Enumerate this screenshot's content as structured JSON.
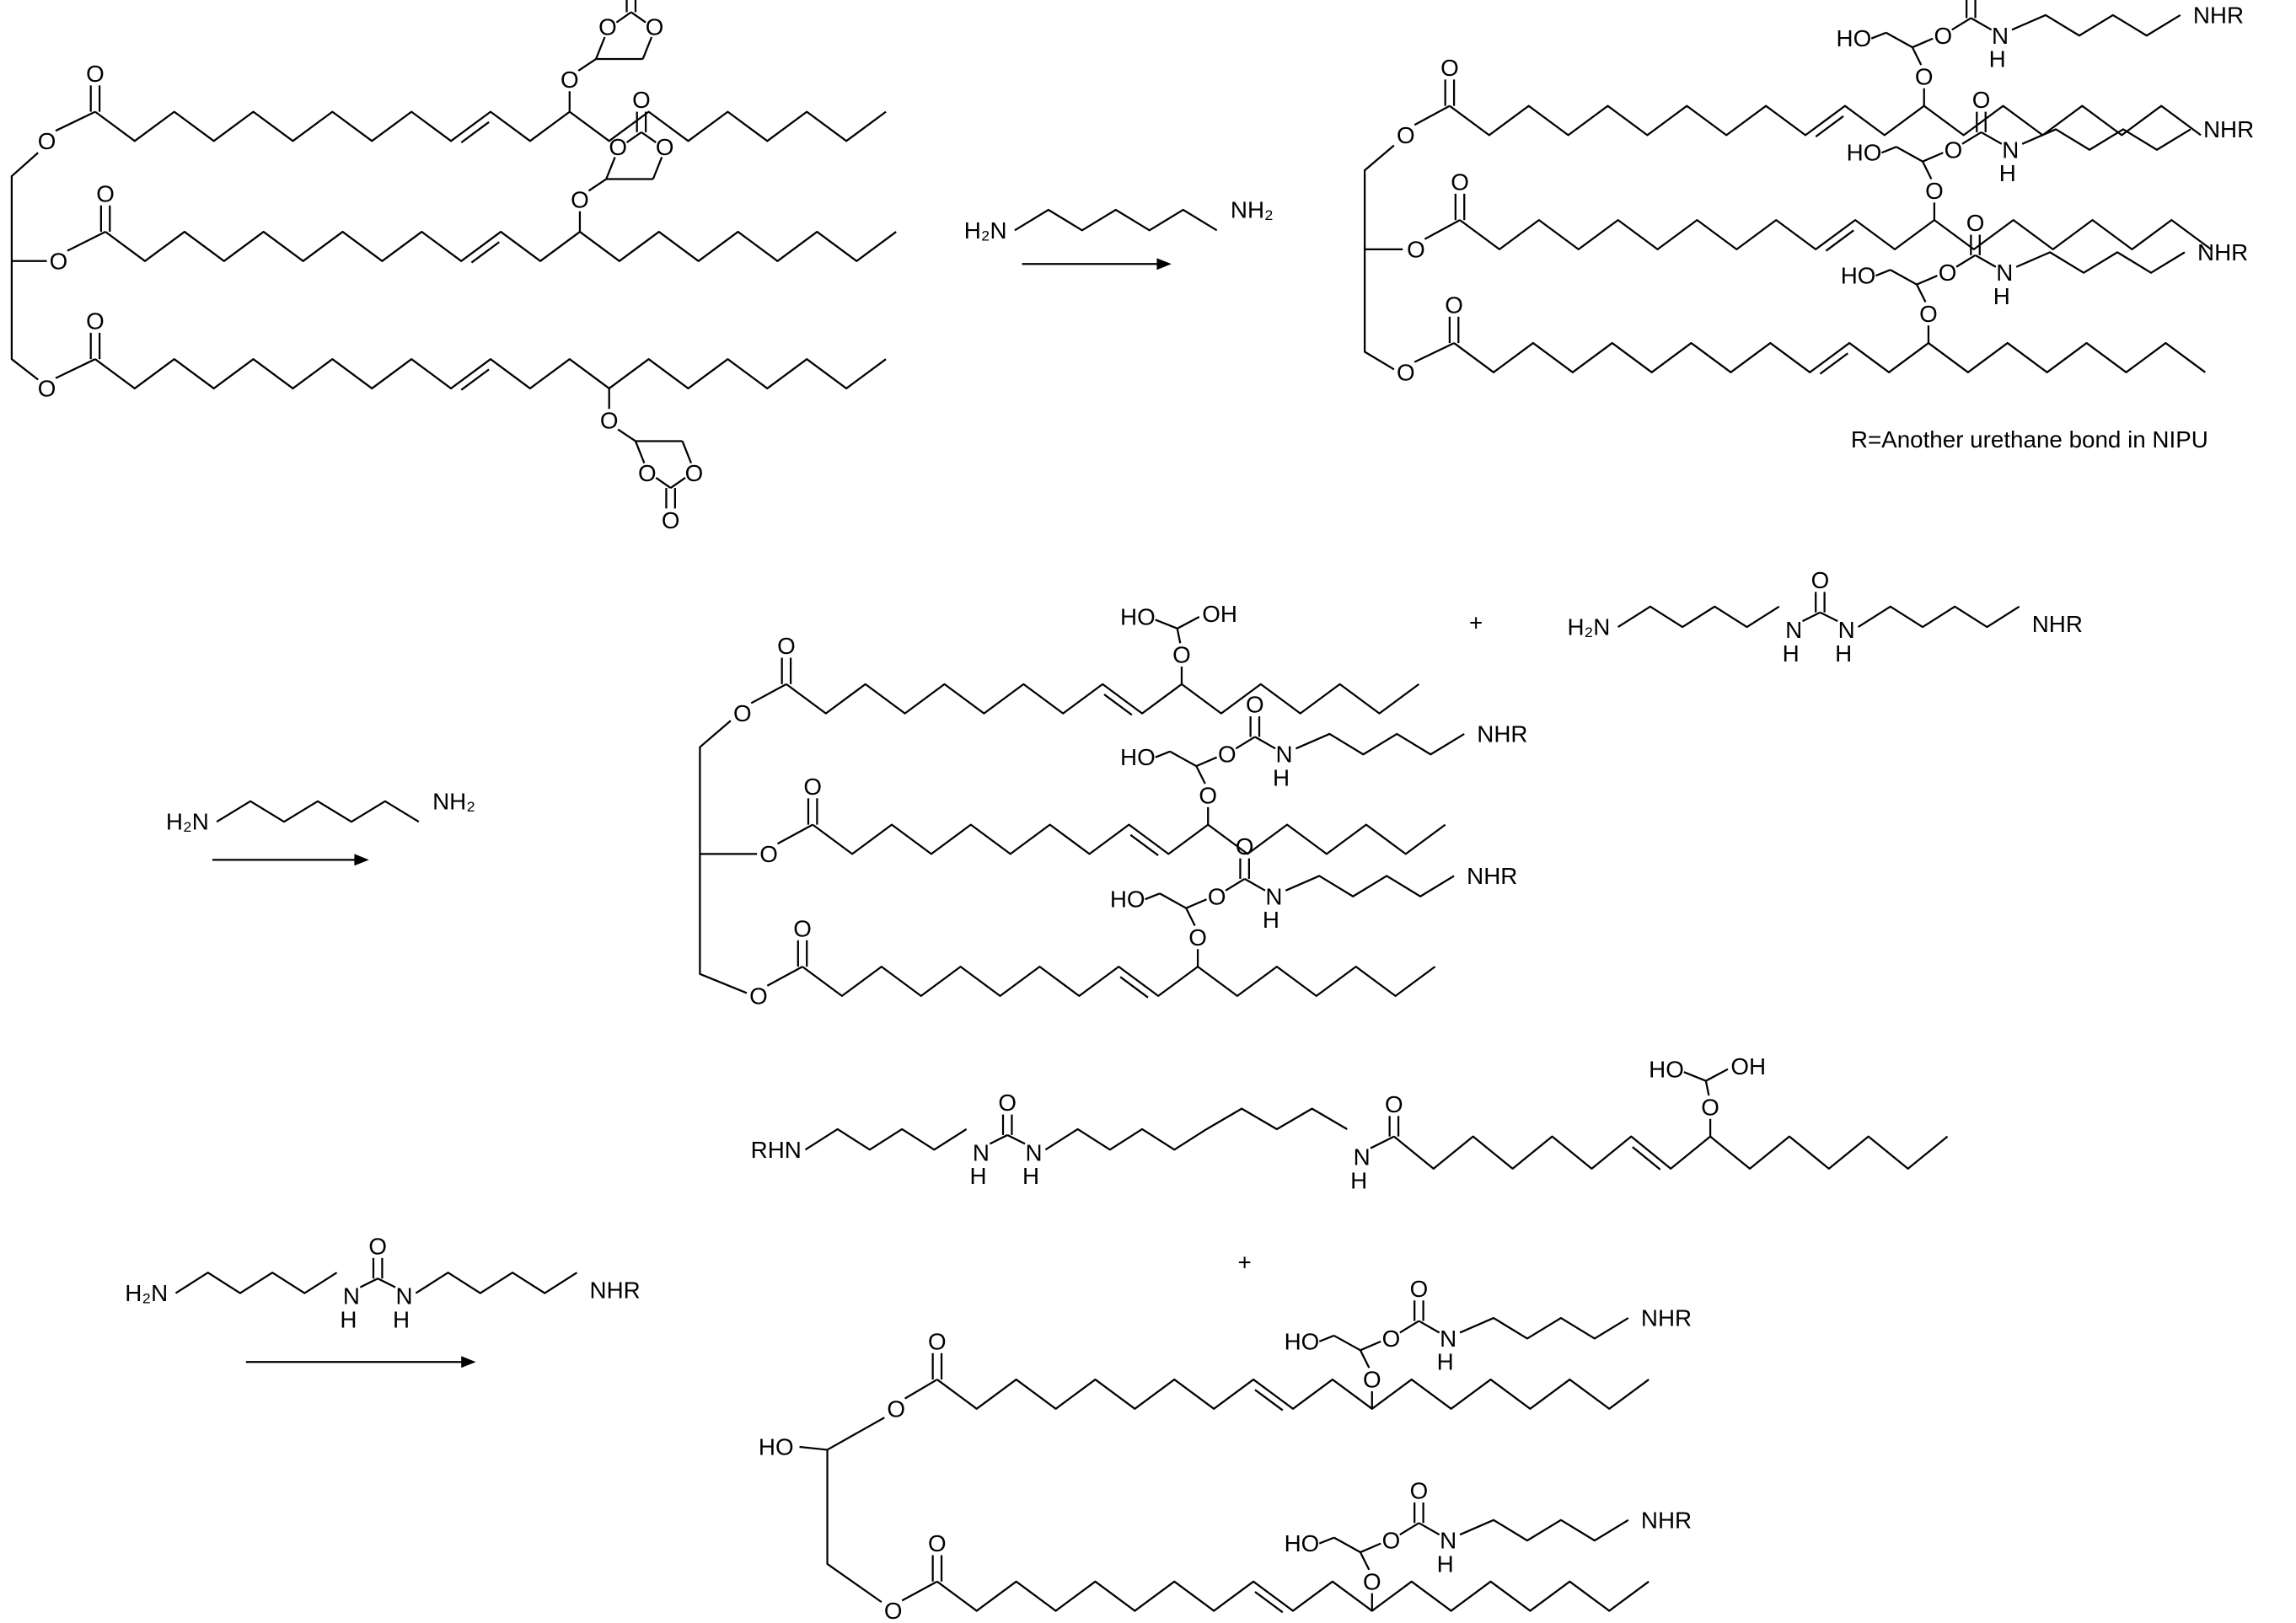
{
  "atoms": {
    "O": "O",
    "HO": "HO",
    "OH": "OH",
    "N": "N",
    "H": "H",
    "NHR": "NHR",
    "RHN": "RHN"
  },
  "reagents": {
    "h2n": "H₂N",
    "nh2": "NH₂"
  },
  "plus": "+",
  "caption": "R=Another urethane bond in NIPU"
}
